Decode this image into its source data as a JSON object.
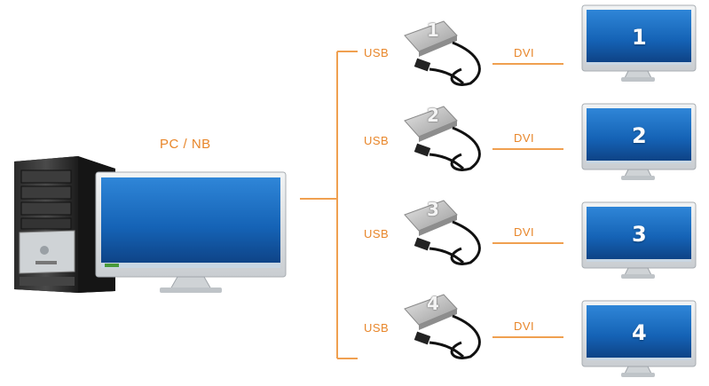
{
  "source_label": "PC / NB",
  "colors": {
    "line": "#f0a050",
    "label": "#e8862a",
    "screen_top": "#1b6fc4",
    "screen_bottom": "#0d3f80",
    "bezel": "#dfe3e6"
  },
  "outputs": [
    {
      "usb_label": "USB",
      "dvi_label": "DVI",
      "drive_number": "1",
      "monitor_number": "1"
    },
    {
      "usb_label": "USB",
      "dvi_label": "DVI",
      "drive_number": "2",
      "monitor_number": "2"
    },
    {
      "usb_label": "USB",
      "dvi_label": "DVI",
      "drive_number": "3",
      "monitor_number": "3"
    },
    {
      "usb_label": "USB",
      "dvi_label": "DVI",
      "drive_number": "4",
      "monitor_number": "4"
    }
  ]
}
